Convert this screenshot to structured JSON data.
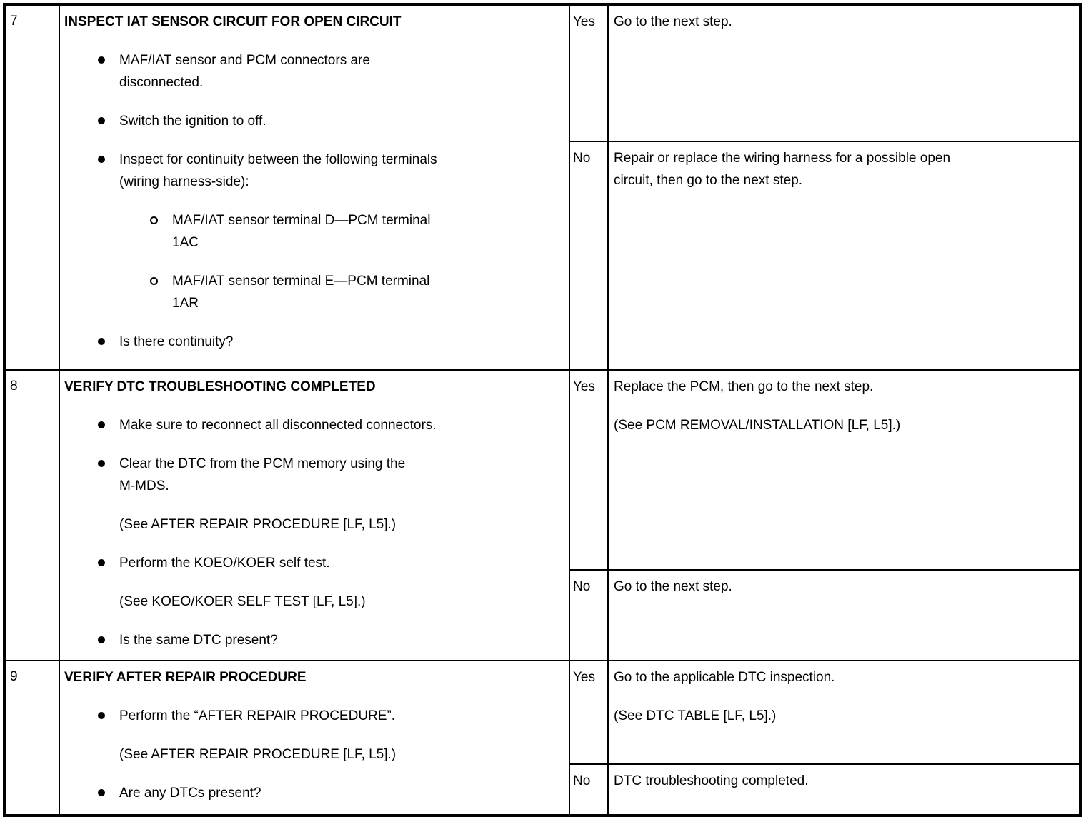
{
  "steps": [
    {
      "step": "7",
      "action_title": "INSPECT IAT SENSOR CIRCUIT FOR OPEN CIRCUIT",
      "items": [
        {
          "marker": "disc",
          "text": "MAF/IAT sensor and PCM connectors are\ndisconnected."
        },
        {
          "marker": "disc",
          "text": "Switch the ignition to off."
        },
        {
          "marker": "disc",
          "text": "Inspect for continuity between the following terminals\n(wiring harness-side):"
        },
        {
          "marker": "circle",
          "text": "MAF/IAT sensor terminal D—PCM terminal\n1AC"
        },
        {
          "marker": "circle",
          "text": "MAF/IAT sensor terminal E—PCM terminal\n1AR"
        },
        {
          "marker": "disc",
          "text": "Is there continuity?"
        }
      ],
      "yes_label": "Yes",
      "yes_paragraphs": [
        "Go to the next step."
      ],
      "no_label": "No",
      "no_paragraphs": [
        "Repair or replace the wiring harness for a possible open\ncircuit, then go to the next step."
      ]
    },
    {
      "step": "8",
      "action_title": "VERIFY DTC TROUBLESHOOTING COMPLETED",
      "items": [
        {
          "marker": "disc",
          "text": "Make sure to reconnect all disconnected connectors."
        },
        {
          "marker": "disc",
          "text": "Clear the DTC from the PCM memory using the\nM-MDS."
        },
        {
          "marker": "none",
          "text": "(See AFTER REPAIR PROCEDURE [LF, L5].)"
        },
        {
          "marker": "disc",
          "text": "Perform the KOEO/KOER self test."
        },
        {
          "marker": "none",
          "text": "(See KOEO/KOER SELF TEST [LF, L5].)"
        },
        {
          "marker": "disc",
          "text": "Is the same DTC present?"
        }
      ],
      "yes_label": "Yes",
      "yes_paragraphs": [
        "Replace the PCM, then go to the next step.",
        "(See PCM REMOVAL/INSTALLATION [LF, L5].)"
      ],
      "no_label": "No",
      "no_paragraphs": [
        "Go to the next step."
      ]
    },
    {
      "step": "9",
      "action_title": "VERIFY AFTER REPAIR PROCEDURE",
      "items": [
        {
          "marker": "disc",
          "text": "Perform the “AFTER REPAIR PROCEDURE”."
        },
        {
          "marker": "none",
          "text": "(See AFTER REPAIR PROCEDURE [LF, L5].)"
        },
        {
          "marker": "disc",
          "text": "Are any DTCs present?"
        }
      ],
      "yes_label": "Yes",
      "yes_paragraphs": [
        "Go to the applicable DTC inspection.",
        "(See DTC TABLE [LF, L5].)"
      ],
      "no_label": "No",
      "no_paragraphs": [
        "DTC troubleshooting completed."
      ]
    }
  ]
}
